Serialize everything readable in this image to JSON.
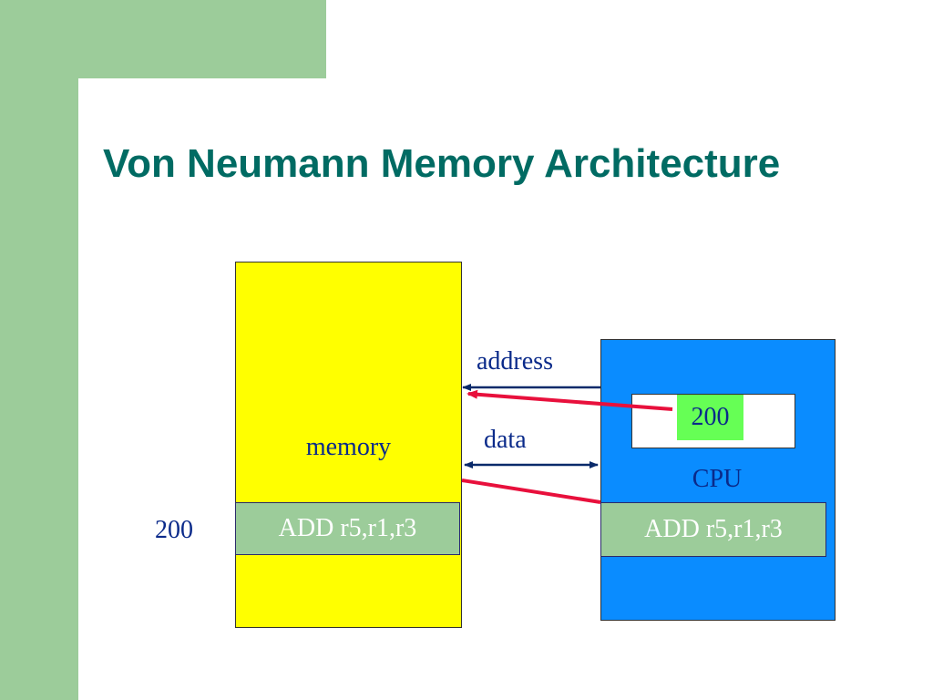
{
  "slide": {
    "title": "Von Neumann Memory Architecture"
  },
  "memory": {
    "label": "memory",
    "row_address": "200",
    "row_instruction": "ADD r5,r1,r3"
  },
  "cpu": {
    "label": "CPU",
    "pc_value": "200",
    "ir_instruction": "ADD r5,r1,r3"
  },
  "bus": {
    "address_label": "address",
    "data_label": "data"
  },
  "colors": {
    "background_accent": "#9ccc9a",
    "title": "#006b63",
    "memory_fill": "#ffff00",
    "cpu_fill": "#0a8cff",
    "register_highlight": "#66ff55",
    "instruction_fill": "#9ccc9a",
    "bus_arrow": "#0a2a6a",
    "trace_line": "#e8103c"
  }
}
